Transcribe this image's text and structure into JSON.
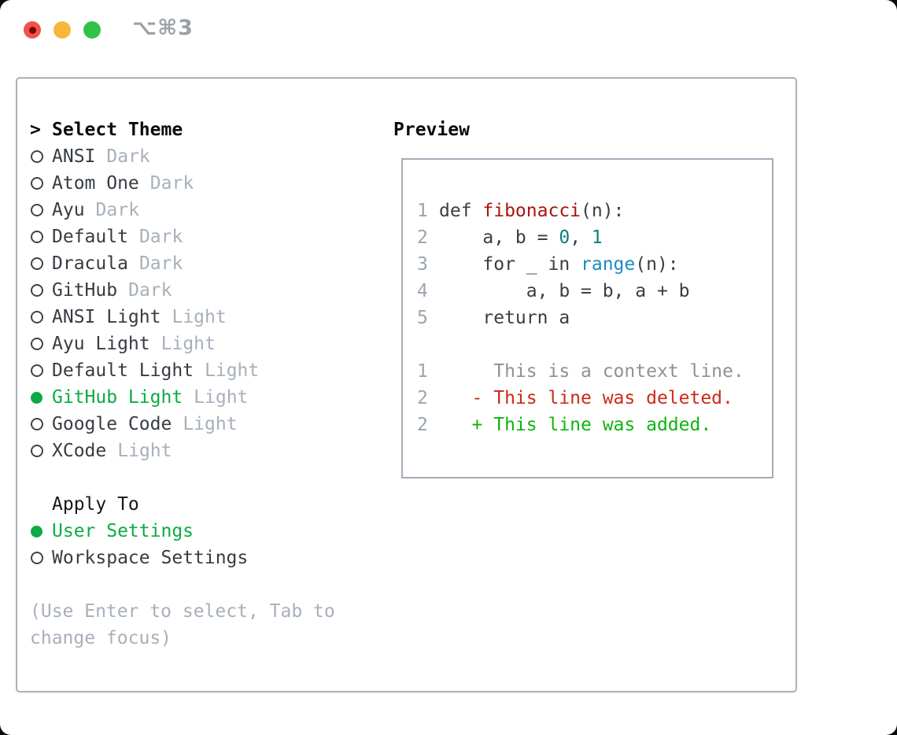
{
  "window": {
    "title_shortcut": "⌥⌘3"
  },
  "colors": {
    "accent_green": "#0cab45",
    "traffic_red": "#f2514c",
    "traffic_red_dot": "#740c03",
    "traffic_yellow": "#f6b73c",
    "traffic_green": "#31c345",
    "code_plain": "#383e44",
    "code_function_red": "#a8150b",
    "code_number_teal": "#0d7e7e",
    "code_builtin_blue": "#1b8bc4",
    "code_context_gray": "#8d9298",
    "diff_deleted_red": "#cc2a17",
    "diff_added_green": "#0db50d",
    "line_number_gray": "#9aa5af"
  },
  "theme_picker": {
    "prompt": ">",
    "title": "Select Theme",
    "items": [
      {
        "name": "ANSI",
        "variant": "Dark",
        "selected": false
      },
      {
        "name": "Atom One",
        "variant": "Dark",
        "selected": false
      },
      {
        "name": "Ayu",
        "variant": "Dark",
        "selected": false
      },
      {
        "name": "Default",
        "variant": "Dark",
        "selected": false
      },
      {
        "name": "Dracula",
        "variant": "Dark",
        "selected": false
      },
      {
        "name": "GitHub",
        "variant": "Dark",
        "selected": false
      },
      {
        "name": "ANSI Light",
        "variant": "Light",
        "selected": false
      },
      {
        "name": "Ayu Light",
        "variant": "Light",
        "selected": false
      },
      {
        "name": "Default Light",
        "variant": "Light",
        "selected": false
      },
      {
        "name": "GitHub Light",
        "variant": "Light",
        "selected": true
      },
      {
        "name": "Google Code",
        "variant": "Light",
        "selected": false
      },
      {
        "name": "XCode",
        "variant": "Light",
        "selected": false
      }
    ]
  },
  "apply_to": {
    "title": "Apply To",
    "options": [
      {
        "label": "User Settings",
        "selected": true
      },
      {
        "label": "Workspace Settings",
        "selected": false
      }
    ]
  },
  "hint": {
    "line1": "(Use Enter to select, Tab to",
    "line2": "change focus)"
  },
  "preview": {
    "title": "Preview",
    "code": [
      {
        "num": "1",
        "segments": [
          [
            "plain",
            "def "
          ],
          [
            "function",
            "fibonacci"
          ],
          [
            "plain",
            "(n):"
          ]
        ]
      },
      {
        "num": "2",
        "segments": [
          [
            "plain",
            "    a, b = "
          ],
          [
            "number",
            "0"
          ],
          [
            "plain",
            ", "
          ],
          [
            "number",
            "1"
          ]
        ]
      },
      {
        "num": "3",
        "segments": [
          [
            "plain",
            "    for _ in "
          ],
          [
            "builtin",
            "range"
          ],
          [
            "plain",
            "(n):"
          ]
        ]
      },
      {
        "num": "4",
        "segments": [
          [
            "plain",
            "        a, b = b, a + b"
          ]
        ]
      },
      {
        "num": "5",
        "segments": [
          [
            "plain",
            "    return a"
          ]
        ]
      },
      {
        "num": "",
        "segments": []
      },
      {
        "num": "1",
        "segments": [
          [
            "context",
            "     This is a context line."
          ]
        ]
      },
      {
        "num": "2",
        "segments": [
          [
            "deleted",
            "   - This line was deleted."
          ]
        ]
      },
      {
        "num": "2",
        "segments": [
          [
            "added",
            "   + This line was added."
          ]
        ]
      }
    ]
  }
}
